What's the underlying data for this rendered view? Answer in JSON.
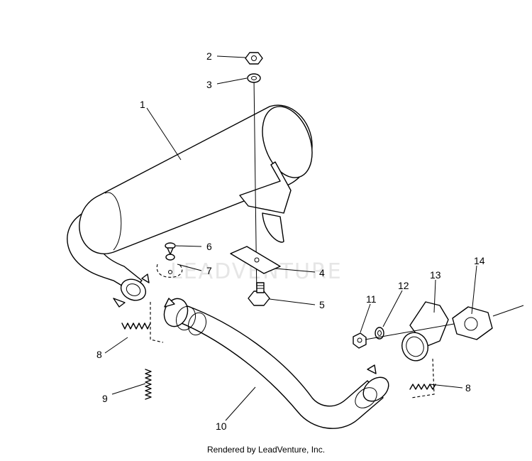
{
  "watermark": "LEADVENTURE",
  "footer": "Rendered by LeadVenture, Inc.",
  "callouts": {
    "muffler": "1",
    "nut_top": "2",
    "washer_top": "3",
    "plate": "4",
    "lower_nut": "5",
    "rivet": "6",
    "clip": "7",
    "spring_left": "8",
    "spring_loose": "9",
    "pipe": "10",
    "nut_right": "11",
    "washer_right": "12",
    "flange": "13",
    "gasket": "14",
    "spring_right": "8"
  }
}
